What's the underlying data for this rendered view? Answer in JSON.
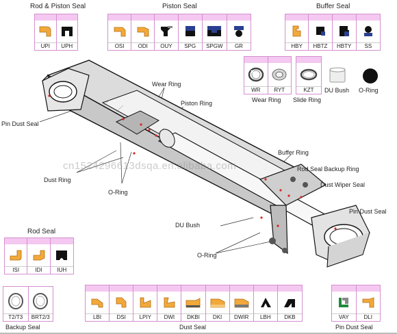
{
  "groups": {
    "rod_piston": {
      "title": "Rod & Piston Seal",
      "items": [
        "UPI",
        "UPH"
      ]
    },
    "piston": {
      "title": "Piston Seal",
      "items": [
        "OSI",
        "ODI",
        "OUY",
        "SPG",
        "SPGW",
        "GR"
      ]
    },
    "buffer": {
      "title": "Buffer Seal",
      "items": [
        "HBY",
        "HBTZ",
        "HBTY",
        "SS"
      ]
    },
    "wear_ring": {
      "title": "Wear Ring",
      "items": [
        "WR",
        "RYT"
      ]
    },
    "slide_ring": {
      "title": "Slide Ring",
      "items": [
        "KZT"
      ]
    },
    "du_bush": {
      "label": "DU Bush"
    },
    "o_ring": {
      "label": "O-Ring"
    },
    "rod_seal": {
      "title": "Rod Seal",
      "items": [
        "ISI",
        "IDI",
        "IUH"
      ]
    },
    "backup_seal": {
      "title": "Backup Seal",
      "items": [
        "T2/T3",
        "BRT2/3"
      ]
    },
    "dust_seal": {
      "title": "Dust Seal",
      "items": [
        "LBI",
        "DSI",
        "LPIY",
        "DWI",
        "DKBI",
        "DKI",
        "DWIR",
        "LBH",
        "DKB"
      ]
    },
    "pin_dust": {
      "title": "Pin Dust Seal",
      "items": [
        "VAY",
        "DLI"
      ]
    }
  },
  "callouts": {
    "wear_ring": "Wear Ring",
    "piston_ring": "Piston Ring",
    "pin_dust_seal_left": "Pin Dust Seal",
    "dust_ring": "Dust Ring",
    "o_ring_left": "O-Ring",
    "buffer_ring": "Buffer Ring",
    "rod_seal_backup": "Rod Seal Backup Ring",
    "dust_wiper": "Dust Wiper Seal",
    "pin_dust_seal_right": "Pin Dust Seal",
    "du_bush": "DU Bush",
    "o_ring_bottom": "O-Ring"
  },
  "watermark": "cn1524296613dsqa.en.alibaba.com",
  "colors": {
    "seal_orange": "#f2a93b",
    "seal_black": "#111111",
    "frame_pink": "#d48fd0",
    "band_pink": "#f4c8f0",
    "metal_blue": "#2a3f8f"
  }
}
